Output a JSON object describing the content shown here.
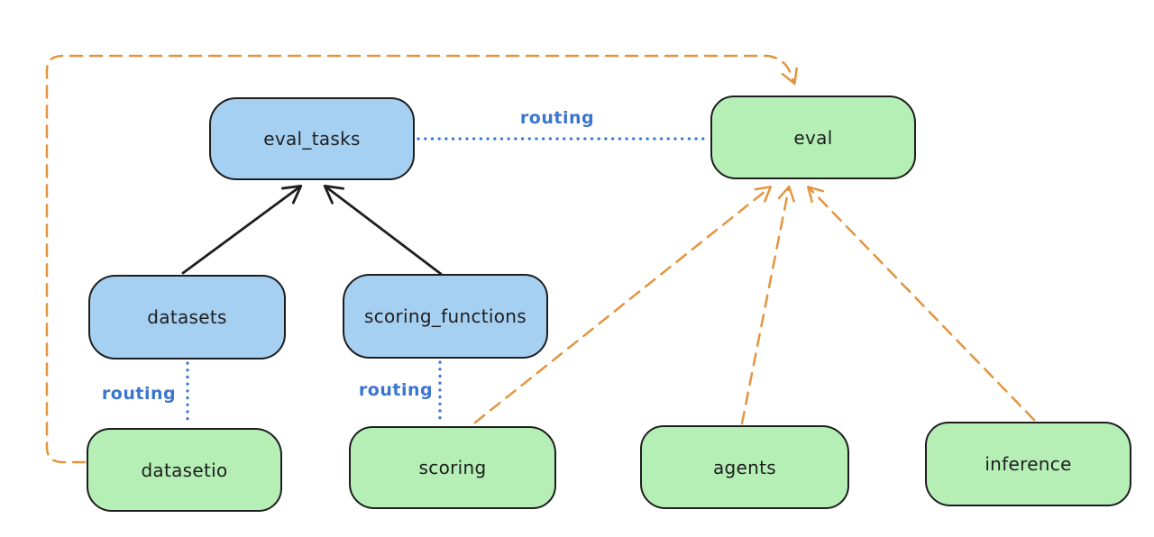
{
  "diagram": {
    "nodes": {
      "eval_tasks": {
        "label": "eval_tasks"
      },
      "eval": {
        "label": "eval"
      },
      "datasets": {
        "label": "datasets"
      },
      "scoring_functions": {
        "label": "scoring_functions"
      },
      "datasetio": {
        "label": "datasetio"
      },
      "scoring": {
        "label": "scoring"
      },
      "agents": {
        "label": "agents"
      },
      "inference": {
        "label": "inference"
      }
    },
    "edge_labels": {
      "eval_tasks_to_eval": "routing",
      "datasets_to_datasetio": "routing",
      "scoring_functions_to_scoring": "routing"
    },
    "colors": {
      "blue_node_fill": "#a6d0f2",
      "green_node_fill": "#b5efb6",
      "node_outline": "#1e1e1e",
      "routing_blue": "#3b76cc",
      "dependency_orange": "#e2953f",
      "background": "#ffffff"
    }
  }
}
